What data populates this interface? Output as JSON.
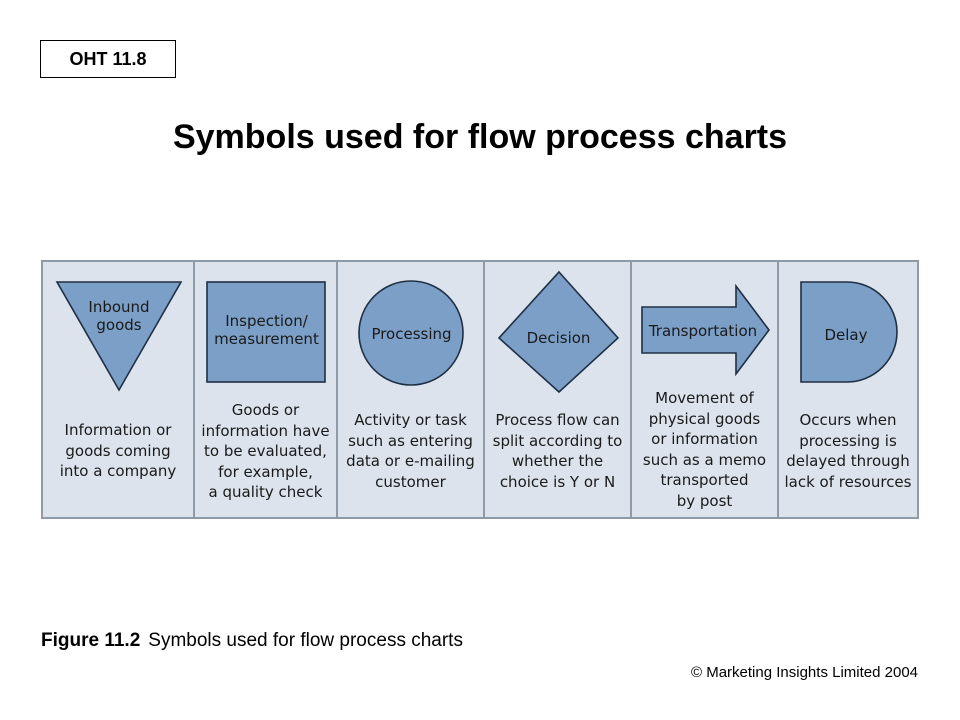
{
  "badge": "OHT 11.8",
  "title": "Symbols used for flow process charts",
  "panels": [
    {
      "symbol": "inverted-triangle",
      "label": "Inbound\ngoods",
      "description": "Information or\ngoods coming\ninto a company"
    },
    {
      "symbol": "square",
      "label": "Inspection/\nmeasurement",
      "description": "Goods or\ninformation have\nto be evaluated,\nfor example,\na quality check"
    },
    {
      "symbol": "circle",
      "label": "Processing",
      "description": "Activity or task\nsuch as entering\ndata or e-mailing\ncustomer"
    },
    {
      "symbol": "diamond",
      "label": "Decision",
      "description": "Process flow can\nsplit according to\nwhether the\nchoice is Y or N"
    },
    {
      "symbol": "arrow",
      "label": "Transportation",
      "description": "Movement of\nphysical goods\nor information\nsuch as a memo\ntransported\nby post"
    },
    {
      "symbol": "d-shape",
      "label": "Delay",
      "description": "Occurs when\nprocessing is\ndelayed through\nlack of resources"
    }
  ],
  "caption": {
    "number": "Figure 11.2",
    "text": "Symbols used for flow process charts"
  },
  "copyright": "© Marketing Insights Limited 2004",
  "colors": {
    "symbol_fill": "#7b9fc7",
    "symbol_stroke": "#1f2f44",
    "panel_background": "#dce3ec",
    "panel_border": "#8f9aa8"
  }
}
